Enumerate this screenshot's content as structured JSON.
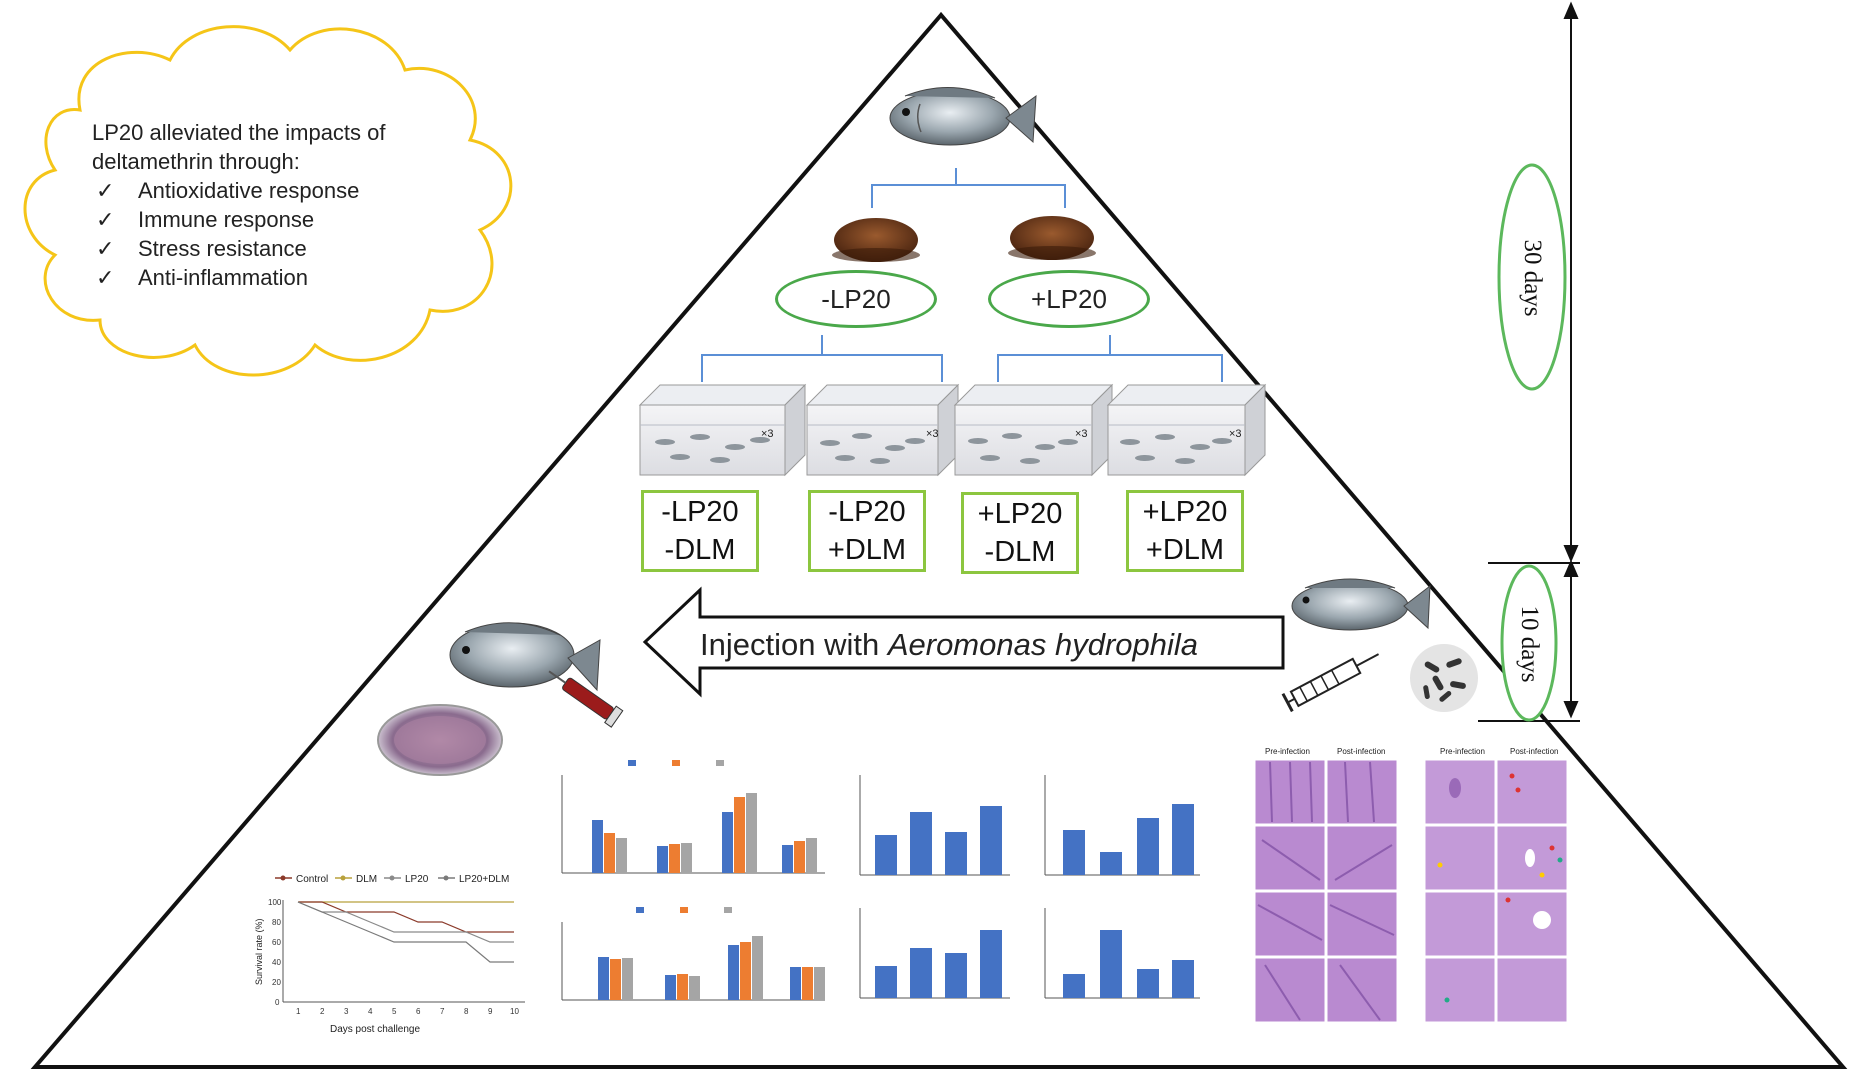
{
  "cloud": {
    "heading": "LP20 alleviated the impacts of deltamethrin through:",
    "items": [
      {
        "mark": "✓",
        "label": "Antioxidative response"
      },
      {
        "mark": "✓",
        "label": "Immune response"
      },
      {
        "mark": "✓",
        "label": "Stress resistance"
      },
      {
        "mark": "✓",
        "label": "Anti-inflammation"
      }
    ]
  },
  "diet_groups": [
    {
      "label": "-LP20"
    },
    {
      "label": "+LP20"
    }
  ],
  "tank_replicate_label": "×3",
  "treatment_groups": [
    {
      "line1": "-LP20",
      "line2": "-DLM"
    },
    {
      "line1": "-LP20",
      "line2": "+DLM"
    },
    {
      "line1": "+LP20",
      "line2": "-DLM"
    },
    {
      "line1": "+LP20",
      "line2": "+DLM"
    }
  ],
  "arrow": {
    "prefix": "Injection with ",
    "organism": "Aeromonas hydrophila"
  },
  "timeline": {
    "phase1": "30 days",
    "phase2": "10 days"
  },
  "survival_chart": {
    "legend": [
      "Control",
      "DLM",
      "LP20",
      "LP20+DLM"
    ],
    "xlabel": "Days post challenge",
    "ylabel": "Survival rate (%)"
  },
  "histology": {
    "col_headers": [
      "Pre-infection",
      "Post-infection"
    ]
  },
  "colors": {
    "outline": "#111111",
    "cloud_border": "#f5c518",
    "ellipse_border": "#4aa84a",
    "box_border": "#8cc63f",
    "bracket": "#5b8fd6",
    "bar_blue": "#4472c4",
    "bar_orange": "#ed7d31",
    "bar_gray": "#a5a5a5",
    "histo": "#b98ad0"
  }
}
